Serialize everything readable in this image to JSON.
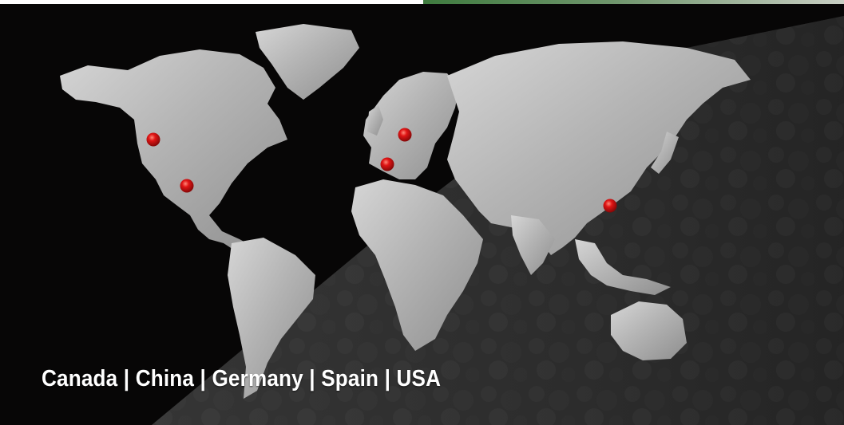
{
  "locations_caption": "Canada | China | Germany | Spain | USA",
  "colors": {
    "background": "#070606",
    "land": "#b8b8b8",
    "marker": "#e01515",
    "caption_text": "#ffffff"
  },
  "markers": [
    {
      "name": "marker-canada"
    },
    {
      "name": "marker-usa"
    },
    {
      "name": "marker-germany"
    },
    {
      "name": "marker-spain"
    },
    {
      "name": "marker-china"
    }
  ]
}
